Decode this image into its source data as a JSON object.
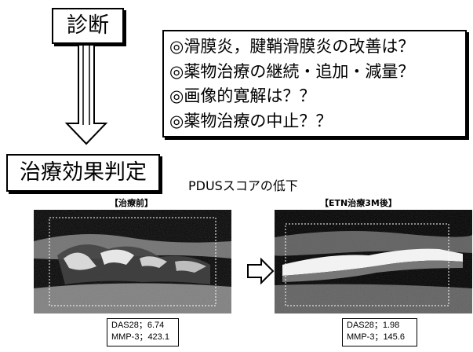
{
  "diagnosis": {
    "label": "診断"
  },
  "questions": [
    "◎滑膜炎，腱鞘滑膜炎の改善は？",
    "◎薬物治療の継続・追加・減量？",
    "◎画像的寛解は？？",
    "◎薬物治療の中止？？"
  ],
  "evaluation": {
    "label": "治療効果判定"
  },
  "subtitle": "PDUSスコアの低下",
  "before": {
    "label": "【治療前】",
    "das28": "DAS28；6.74",
    "mmp3": "MMP-3；423.1"
  },
  "after": {
    "label": "【ETN治療3M後】",
    "das28": "DAS28；1.98",
    "mmp3": "MMP-3；145.6"
  }
}
